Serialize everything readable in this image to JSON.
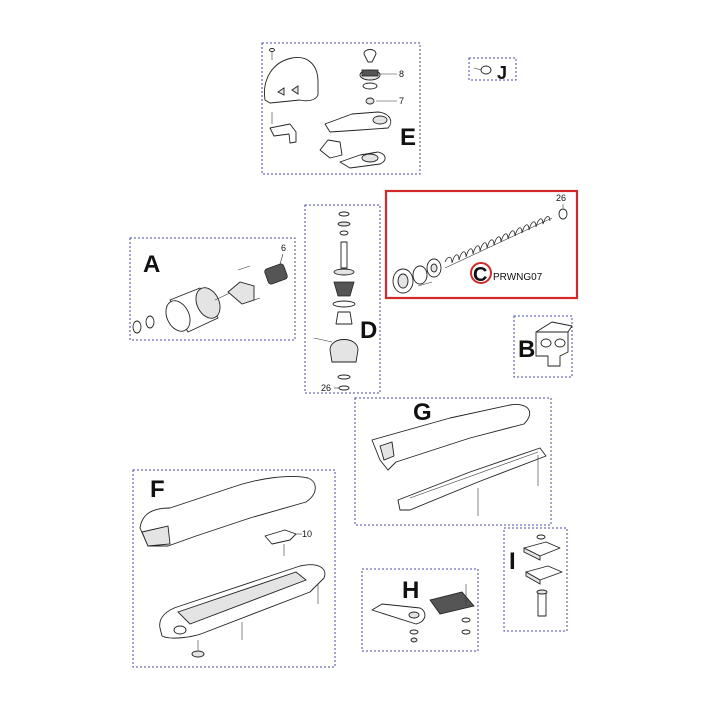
{
  "groups": {
    "A": {
      "letter": "A",
      "callouts": [
        "6"
      ]
    },
    "B": {
      "letter": "B"
    },
    "C": {
      "letter": "C",
      "code": "PRWNG07",
      "callouts": [
        "26"
      ]
    },
    "D": {
      "letter": "D",
      "callouts": [
        "26"
      ]
    },
    "E": {
      "letter": "E",
      "callouts": [
        "8",
        "7"
      ]
    },
    "F": {
      "letter": "F",
      "callouts": [
        "10"
      ]
    },
    "G": {
      "letter": "G"
    },
    "H": {
      "letter": "H"
    },
    "I": {
      "letter": "I"
    },
    "J": {
      "letter": "J"
    }
  },
  "colors": {
    "box_border": "#4a4aa8",
    "highlight": "#d22a2a"
  }
}
